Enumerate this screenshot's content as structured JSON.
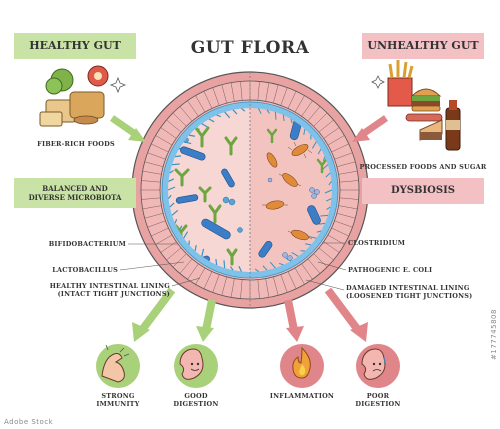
{
  "title": "GUT FLORA",
  "healthy": {
    "tag": "HEALTHY GUT",
    "food_label": "FIBER-RICH FOODS",
    "microbiota_line1": "BALANCED AND",
    "microbiota_line2": "DIVERSE MICROBIOTA"
  },
  "unhealthy": {
    "tag": "UNHEALTHY GUT",
    "food_label": "PROCESSED FOODS AND SUGAR",
    "condition": "DYSBIOSIS"
  },
  "labels_left": {
    "bifido": "BIFIDOBACTERIUM",
    "lacto": "LACTOBACILLUS",
    "lining_line1": "HEALTHY INTESTINAL LINING",
    "lining_line2": "(INTACT TIGHT JUNCTIONS)"
  },
  "labels_right": {
    "clostridium": "CLOSTRIDIUM",
    "ecoli": "PATHOGENIC E. COLI",
    "lining_line1": "DAMAGED INTESTINAL LINING",
    "lining_line2": "(LOOSENED TIGHT JUNCTIONS)"
  },
  "outcomes": {
    "immunity_line1": "STRONG",
    "immunity_line2": "IMMUNITY",
    "digestion_line1": "GOOD",
    "digestion_line2": "DIGESTION",
    "inflammation": "INFLAMMATION",
    "poor_line1": "POOR",
    "poor_line2": "DIGESTION"
  },
  "watermark": {
    "id": "#177745808",
    "brand": "Adobe Stock"
  },
  "colors": {
    "healthy_green": "#c9e2a6",
    "unhealthy_pink": "#f3c1c3",
    "healthy_arrow": "#a9d17a",
    "unhealthy_arrow": "#e0868a",
    "lining": "#e8a2a2",
    "lumen": "#f7d7d4",
    "mucus_blue": "#7ec2ea"
  }
}
